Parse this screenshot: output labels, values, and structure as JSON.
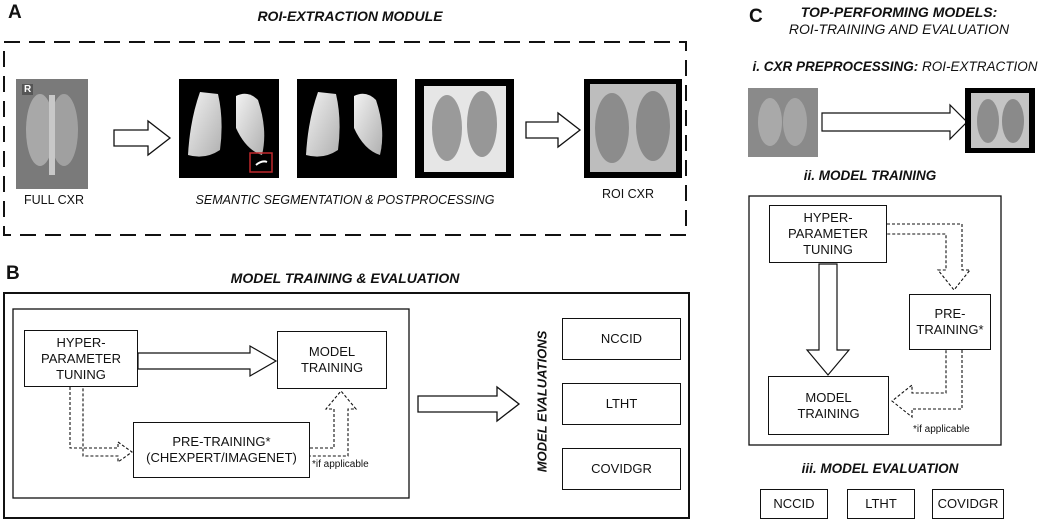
{
  "panel_a": {
    "letter": "A",
    "title": "ROI-EXTRACTION MODULE",
    "labels": {
      "full_cxr": "FULL CXR",
      "segmentation": "SEMANTIC SEGMENTATION & POSTPROCESSING",
      "roi_cxr": "ROI CXR"
    },
    "xray_marker": "R"
  },
  "panel_b": {
    "letter": "B",
    "title": "MODEL TRAINING & EVALUATION",
    "boxes": {
      "hyper": "HYPER-\nPARAMETER\nTUNING",
      "model_training": "MODEL\nTRAINING",
      "pre_training": "PRE-TRAINING*\n(CHEXPERT/IMAGENET)"
    },
    "note": "*if applicable",
    "eval_label": "MODEL EVALUATIONS",
    "evaluations": [
      "NCCID",
      "LTHT",
      "COVIDGR"
    ]
  },
  "panel_c": {
    "letter": "C",
    "title_line1": "TOP-PERFORMING MODELS:",
    "title_line2": "ROI-TRAINING AND EVALUATION",
    "step1_bold": "i. CXR PREPROCESSING:",
    "step1_rest": " ROI-EXTRACTION",
    "step2": "ii. MODEL TRAINING",
    "step3": "iii. MODEL EVALUATION",
    "boxes": {
      "hyper": "HYPER-\nPARAMETER\nTUNING",
      "pre_training": "PRE-\nTRAINING*",
      "model_training": "MODEL\nTRAINING"
    },
    "note": "*if applicable",
    "evaluations": [
      "NCCID",
      "LTHT",
      "COVIDGR"
    ]
  }
}
